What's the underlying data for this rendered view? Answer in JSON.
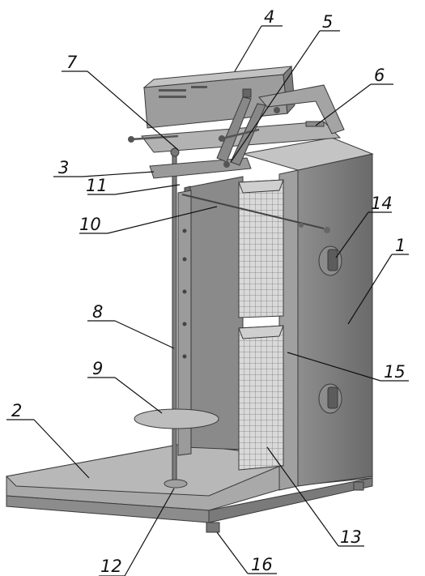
{
  "callouts": [
    {
      "id": "1",
      "label": "1"
    },
    {
      "id": "2",
      "label": "2"
    },
    {
      "id": "3",
      "label": "3"
    },
    {
      "id": "4",
      "label": "4"
    },
    {
      "id": "5",
      "label": "5"
    },
    {
      "id": "6",
      "label": "6"
    },
    {
      "id": "7",
      "label": "7"
    },
    {
      "id": "8",
      "label": "8"
    },
    {
      "id": "9",
      "label": "9"
    },
    {
      "id": "10",
      "label": "10"
    },
    {
      "id": "11",
      "label": "11"
    },
    {
      "id": "12",
      "label": "12"
    },
    {
      "id": "13",
      "label": "13"
    },
    {
      "id": "14",
      "label": "14"
    },
    {
      "id": "15",
      "label": "15"
    },
    {
      "id": "16",
      "label": "16"
    }
  ],
  "colors": {
    "body_light": "#b9b9b9",
    "body_mid": "#9c9c9c",
    "body_dark": "#6f6f6f",
    "tray": "#a8a8a8",
    "grid": "#e8e8e8",
    "line": "#111111"
  }
}
